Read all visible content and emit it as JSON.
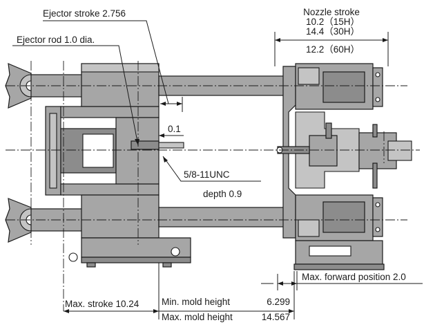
{
  "labels": {
    "ejector_stroke": "Ejector stroke 2.756",
    "ejector_rod": "Ejector rod 1.0 dia.",
    "nozzle_stroke_title": "Nozzle stroke",
    "nozzle_15h": "10.2（15H）",
    "nozzle_30h": "14.4（30H）",
    "nozzle_60h": "12.2（60H）",
    "gap": "0.1",
    "thread": "5/8-11UNC",
    "depth": "depth 0.9",
    "max_forward": "Max. forward position 2.0",
    "max_stroke": "Max. stroke 10.24",
    "min_mold_label": "Min. mold height",
    "min_mold_value": "6.299",
    "max_mold_label": "Max. mold height",
    "max_mold_value": "14.567"
  },
  "colors": {
    "metal": "#a6a6a6",
    "metal_dark": "#8c8c8c",
    "metal_light": "#c4c4c4",
    "line": "#1a1a1a"
  }
}
